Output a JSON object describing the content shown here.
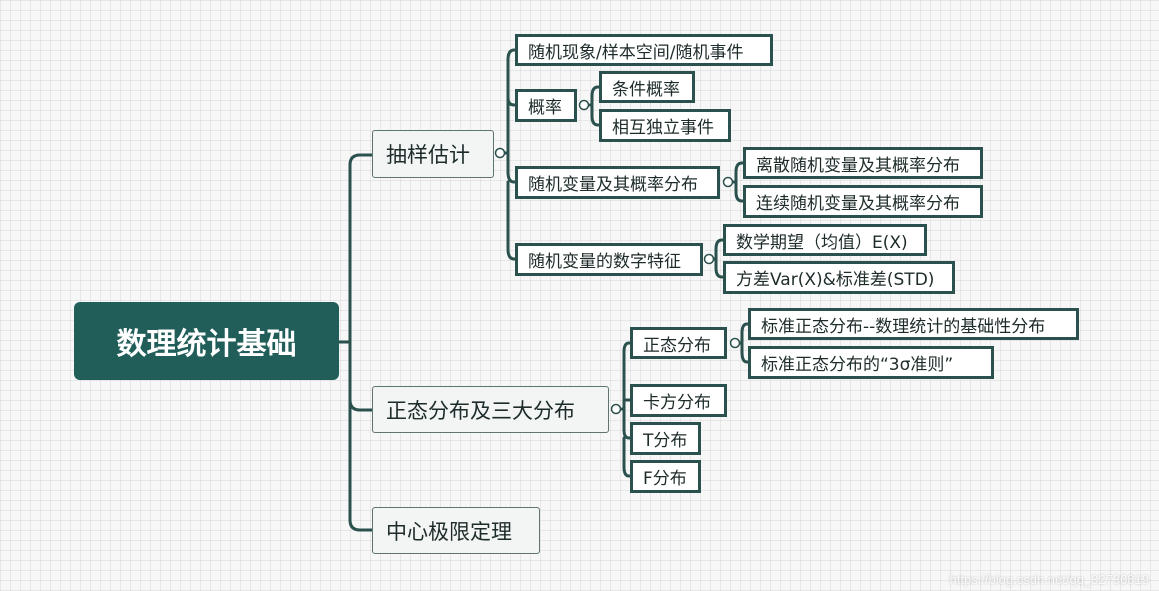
{
  "root": {
    "label": "数理统计基础"
  },
  "branches": {
    "sampling": {
      "label": "抽样估计",
      "items": {
        "random_phenomena": "随机现象/样本空间/随机事件",
        "probability": "概率",
        "conditional_probability": "条件概率",
        "independent_events": "相互独立事件",
        "rv_distribution": "随机变量及其概率分布",
        "discrete_rv": "离散随机变量及其概率分布",
        "continuous_rv": "连续随机变量及其概率分布",
        "rv_features": "随机变量的数字特征",
        "expectation": "数学期望（均值）E(X)",
        "variance": "方差Var(X)&标准差(STD)"
      }
    },
    "normal": {
      "label": "正态分布及三大分布",
      "items": {
        "normal_dist": "正态分布",
        "std_normal_basis": "标准正态分布--数理统计的基础性分布",
        "three_sigma": "标准正态分布的“3σ准则”",
        "chi_square": "卡方分布",
        "t_dist": "T分布",
        "f_dist": "F分布"
      }
    },
    "clt": {
      "label": "中心极限定理"
    }
  },
  "watermark": "https://blog.csdn.net/qq_32730819",
  "colors": {
    "root_fill": "#215e59",
    "line": "#2a514d",
    "node_border": "#2a514d"
  }
}
